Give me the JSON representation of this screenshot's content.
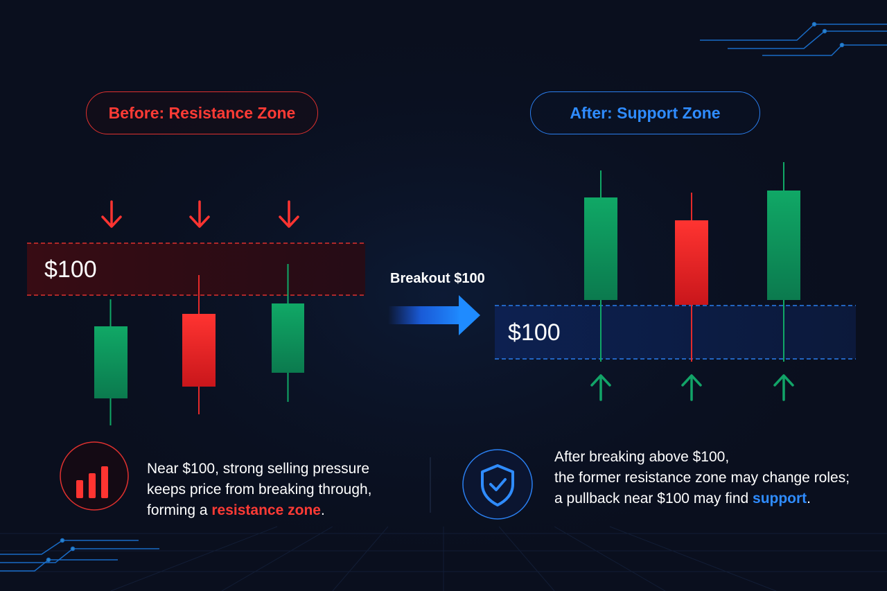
{
  "before": {
    "title": "Before: Resistance Zone",
    "zone_label": "$100",
    "description": {
      "line1": "Near $100, strong selling pressure",
      "line2": "keeps price from breaking through,",
      "line3_prefix": "forming a ",
      "line3_highlight": "resistance zone",
      "line3_suffix": "."
    }
  },
  "breakout_label": "Breakout $100",
  "after": {
    "title": "After: Support Zone",
    "zone_label": "$100",
    "description": {
      "line1": "After breaking above $100,",
      "line2": "the former resistance zone may change roles;",
      "line3_prefix": "a pullback near $100 may find ",
      "line3_highlight": "support",
      "line3_suffix": "."
    }
  },
  "icons": {
    "before": "bar-chart-icon",
    "after": "shield-check-icon"
  },
  "colors": {
    "background": "#0a0f1e",
    "red": "#ff3b35",
    "green": "#12a468",
    "blue": "#2f8cff"
  }
}
